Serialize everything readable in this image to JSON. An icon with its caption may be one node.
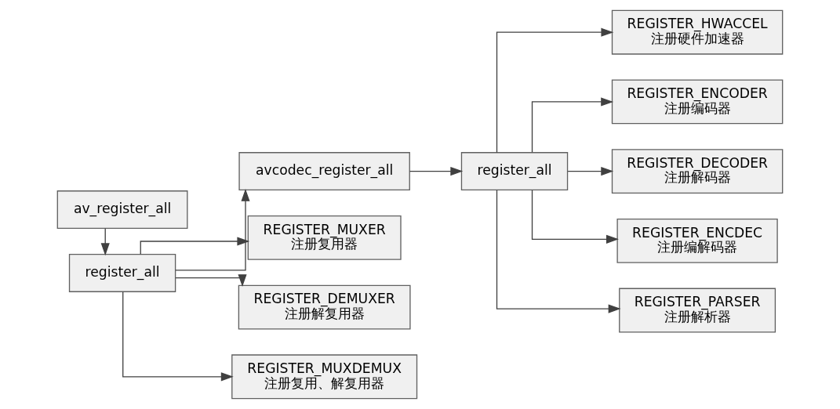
{
  "diagram": {
    "nodes": [
      {
        "text": [
          "av_register_all"
        ]
      },
      {
        "text": [
          "register_all"
        ]
      },
      {
        "text": [
          "avcodec_register_all"
        ]
      },
      {
        "text": [
          "REGISTER_MUXER",
          "注册复用器"
        ]
      },
      {
        "text": [
          "REGISTER_DEMUXER",
          "注册解复用器"
        ]
      },
      {
        "text": [
          "REGISTER_MUXDEMUX",
          "注册复用、解复用器"
        ]
      },
      {
        "text": [
          "register_all"
        ]
      },
      {
        "text": [
          "REGISTER_HWACCEL",
          "注册硬件加速器"
        ]
      },
      {
        "text": [
          "REGISTER_ENCODER",
          "注册编码器"
        ]
      },
      {
        "text": [
          "REGISTER_DECODER",
          "注册解码器"
        ]
      },
      {
        "text": [
          "REGISTER_ENCDEC",
          "注册编解码器"
        ]
      },
      {
        "text": [
          "REGISTER_PARSER",
          "注册解析器"
        ]
      }
    ],
    "edges": [
      {
        "from": 0,
        "to": 1,
        "arrow": "to"
      },
      {
        "from": 1,
        "to": 2,
        "arrow": "to"
      },
      {
        "from": 1,
        "to": 3,
        "arrow": "to"
      },
      {
        "from": 1,
        "to": 4,
        "arrow": "to"
      },
      {
        "from": 1,
        "to": 5,
        "arrow": "to"
      },
      {
        "from": 2,
        "to": 6,
        "arrow": "to"
      },
      {
        "from": 6,
        "to": 7,
        "arrow": "to"
      },
      {
        "from": 6,
        "to": 8,
        "arrow": "to"
      },
      {
        "from": 6,
        "to": 9,
        "arrow": "to"
      },
      {
        "from": 6,
        "to": 10,
        "arrow": "to"
      },
      {
        "from": 6,
        "to": 11,
        "arrow": "to"
      }
    ]
  }
}
